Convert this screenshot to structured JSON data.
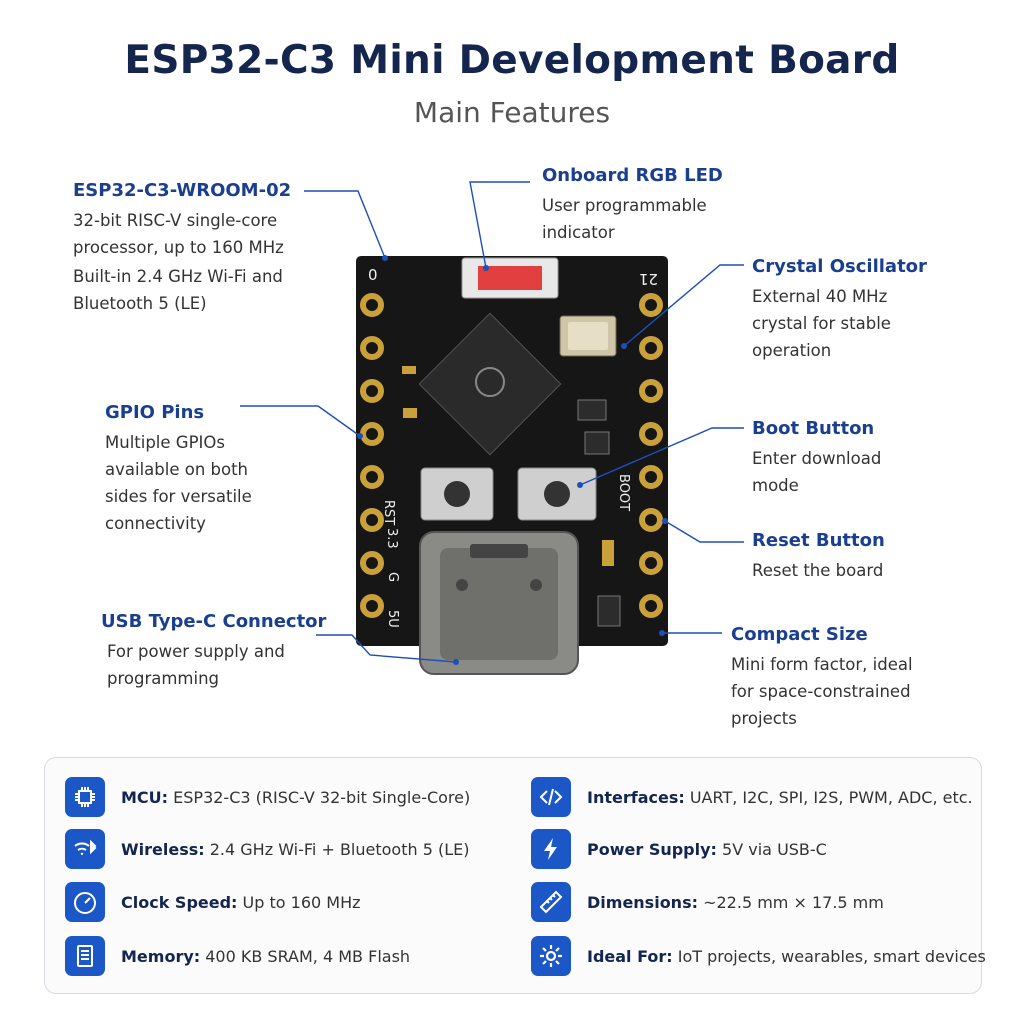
{
  "title": "ESP32-C3 Mini Development Board",
  "subtitle": "Main Features",
  "board": {
    "top_left_label": "0",
    "top_right_label": "21",
    "rst_label": "RST",
    "boot_label": "BOOT",
    "side_labels": [
      "3.3",
      "G",
      "5U"
    ]
  },
  "annotations": {
    "module": {
      "heading": "ESP32-C3-WROOM-02",
      "line1": "32-bit RISC-V single-core processor, up to 160 MHz",
      "line2": "Built-in 2.4 GHz Wi-Fi and Bluetooth 5 (LE)"
    },
    "led": {
      "heading": "Onboard RGB LED",
      "line1": "User programmable indicator"
    },
    "crystal": {
      "heading": "Crystal Oscillator",
      "line1": "External 40 MHz crystal for stable operation"
    },
    "gpio": {
      "heading": "GPIO Pins",
      "line1": "Multiple GPIOs available on both sides for versatile connectivity"
    },
    "boot": {
      "heading": "Boot Button",
      "line1": "Enter download mode"
    },
    "reset": {
      "heading": "Reset Button",
      "line1": "Reset the board"
    },
    "usb": {
      "heading": "USB Type-C Connector",
      "line1": "For power supply and programming"
    },
    "size": {
      "heading": "Compact Size",
      "line1": "Mini form factor, ideal for space-constrained projects"
    }
  },
  "specs": [
    {
      "icon": "chip-icon",
      "label": "MCU:",
      "value": "ESP32-C3 (RISC-V 32-bit Single-Core)"
    },
    {
      "icon": "wireless-icon",
      "label": "Wireless:",
      "value": "2.4 GHz Wi-Fi + Bluetooth 5 (LE)"
    },
    {
      "icon": "speedometer-icon",
      "label": "Clock Speed:",
      "value": "Up to 160 MHz"
    },
    {
      "icon": "memory-icon",
      "label": "Memory:",
      "value": "400 KB SRAM, 4 MB Flash"
    },
    {
      "icon": "code-icon",
      "label": "Interfaces:",
      "value": "UART, I2C, SPI, I2S, PWM, ADC, etc."
    },
    {
      "icon": "lightning-icon",
      "label": "Power Supply:",
      "value": "5V via USB-C"
    },
    {
      "icon": "ruler-icon",
      "label": "Dimensions:",
      "value": "~22.5 mm × 17.5 mm"
    },
    {
      "icon": "gear-icon",
      "label": "Ideal For:",
      "value": "IoT projects, wearables, smart devices"
    }
  ],
  "colors": {
    "accent": "#1c57c8",
    "heading": "#14264d",
    "pcb": "#161616",
    "pad": "#c9a03a"
  }
}
